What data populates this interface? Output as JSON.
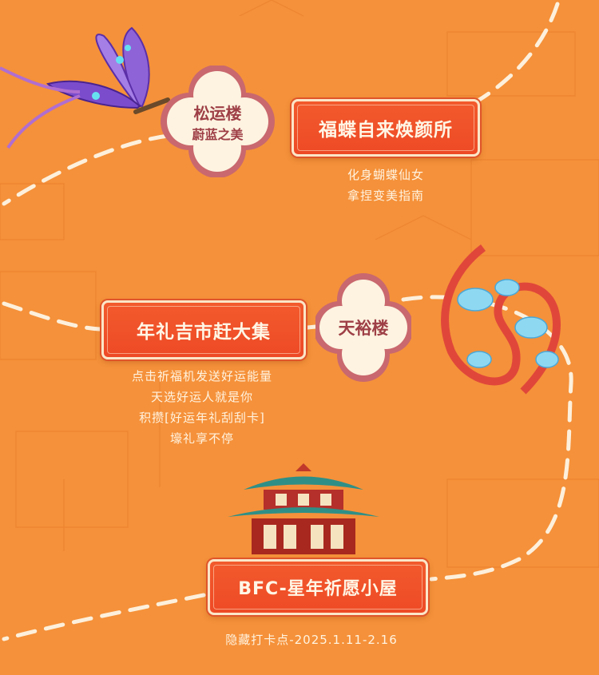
{
  "stops": [
    {
      "cloud_title": "松运楼",
      "cloud_subtitle": "蔚蓝之美",
      "banner": "福蝶自来焕颜所",
      "description": [
        "化身蝴蝶仙女",
        "拿捏变美指南"
      ]
    },
    {
      "cloud_title": "天裕楼",
      "banner": "年礼吉市赶大集",
      "description": [
        "点击祈福机发送好运能量",
        "天选好运人就是你",
        "积攒[好运年礼刮刮卡]",
        "壕礼享不停"
      ]
    },
    {
      "banner": "BFC-星年祈愿小屋",
      "footer": "隐藏打卡点-2025.1.11-2.16"
    }
  ],
  "colors": {
    "background": "#f5913a",
    "banner": "#f0522a",
    "cloud_fill": "#fdf3e0",
    "cloud_border": "#c9686e",
    "cloud_text": "#9e3f46",
    "path": "#fdf0dc"
  },
  "decorations": [
    "butterfly-icon",
    "phoenix-flower-icon",
    "pavilion-icon"
  ]
}
